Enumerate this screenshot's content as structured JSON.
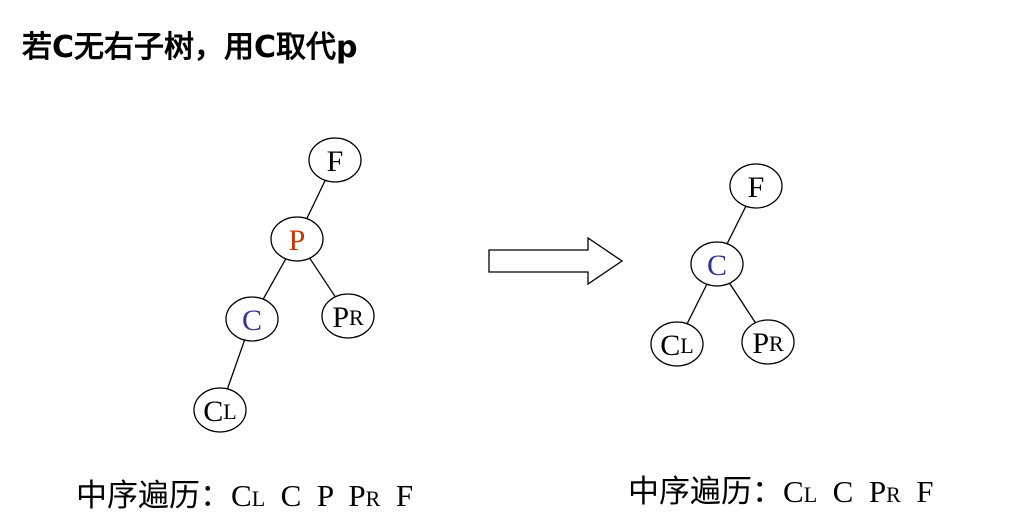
{
  "title": "若C无右子树，用C取代p",
  "colors": {
    "black": "#000000",
    "p_red": "#cc3300",
    "c_blue": "#333399"
  },
  "left_tree": {
    "nodes": [
      {
        "id": "F",
        "main": "F",
        "sub": "",
        "color": "black"
      },
      {
        "id": "P",
        "main": "P",
        "sub": "",
        "color": "p_red"
      },
      {
        "id": "C",
        "main": "C",
        "sub": "",
        "color": "c_blue"
      },
      {
        "id": "PR",
        "main": "P",
        "sub": "R",
        "color": "black"
      },
      {
        "id": "CL",
        "main": "C",
        "sub": "L",
        "color": "black"
      }
    ],
    "edges": [
      [
        "F",
        "P"
      ],
      [
        "P",
        "C"
      ],
      [
        "P",
        "PR"
      ],
      [
        "C",
        "CL"
      ]
    ]
  },
  "right_tree": {
    "nodes": [
      {
        "id": "F",
        "main": "F",
        "sub": "",
        "color": "black"
      },
      {
        "id": "C",
        "main": "C",
        "sub": "",
        "color": "c_blue"
      },
      {
        "id": "CL",
        "main": "C",
        "sub": "L",
        "color": "black"
      },
      {
        "id": "PR",
        "main": "P",
        "sub": "R",
        "color": "black"
      }
    ],
    "edges": [
      [
        "F",
        "C"
      ],
      [
        "C",
        "CL"
      ],
      [
        "C",
        "PR"
      ]
    ]
  },
  "left_traversal": {
    "prefix": "中序遍历：",
    "items": [
      {
        "main": "C",
        "sub": "L"
      },
      {
        "main": "C",
        "sub": ""
      },
      {
        "main": "P",
        "sub": ""
      },
      {
        "main": "P",
        "sub": "R"
      },
      {
        "main": "F",
        "sub": ""
      }
    ]
  },
  "right_traversal": {
    "prefix": "中序遍历：",
    "items": [
      {
        "main": "C",
        "sub": "L"
      },
      {
        "main": "C",
        "sub": ""
      },
      {
        "main": "P",
        "sub": "R"
      },
      {
        "main": "F",
        "sub": ""
      }
    ]
  }
}
